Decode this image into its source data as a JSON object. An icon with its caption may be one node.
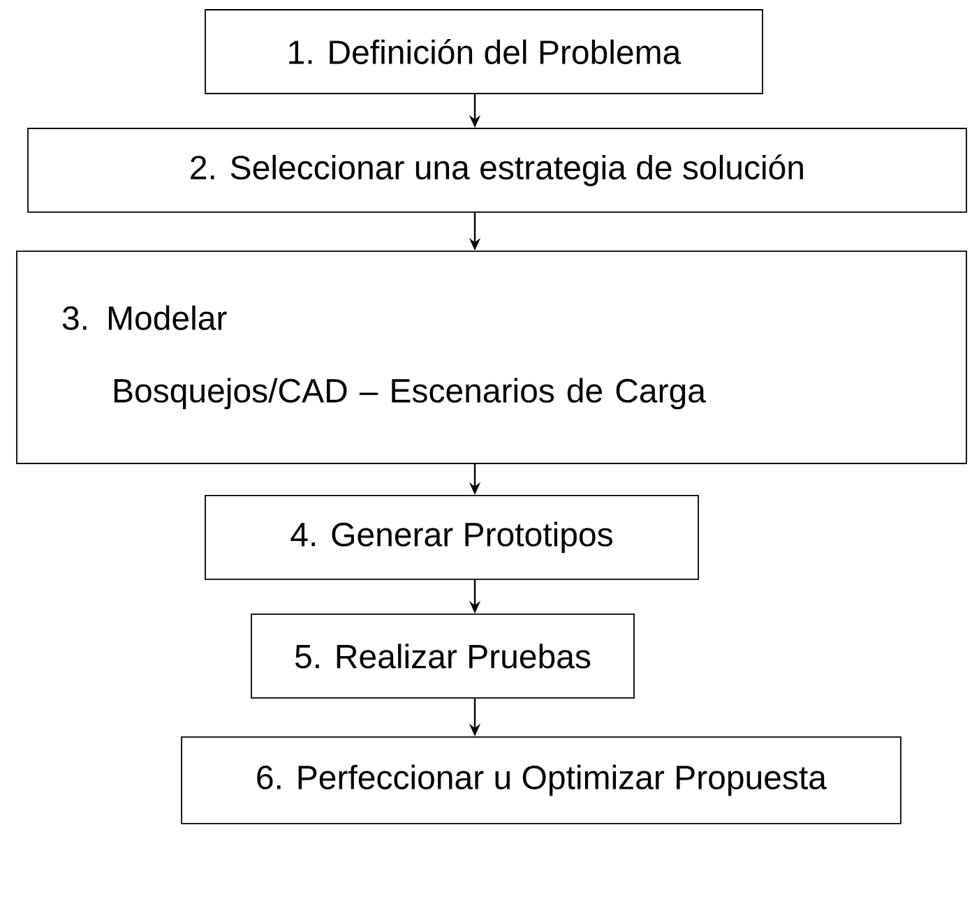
{
  "diagram": {
    "nodes": [
      {
        "text": [
          "1. Definición del Problema"
        ]
      },
      {
        "text": [
          "2. Seleccionar una estrategia de solución"
        ]
      },
      {
        "text": [
          "3. Modelar",
          "Bosquejos/CAD – Escenarios de Carga"
        ]
      },
      {
        "text": [
          "4. Generar Prototipos"
        ]
      },
      {
        "text": [
          "5. Realizar Pruebas"
        ]
      },
      {
        "text": [
          "6. Perfeccionar u Optimizar Propuesta"
        ]
      }
    ],
    "edges": [
      {
        "from": 0,
        "to": 1,
        "arrow": "to"
      },
      {
        "from": 1,
        "to": 2,
        "arrow": "to"
      },
      {
        "from": 2,
        "to": 3,
        "arrow": "to"
      },
      {
        "from": 3,
        "to": 4,
        "arrow": "to"
      },
      {
        "from": 4,
        "to": 5,
        "arrow": "to"
      }
    ]
  }
}
